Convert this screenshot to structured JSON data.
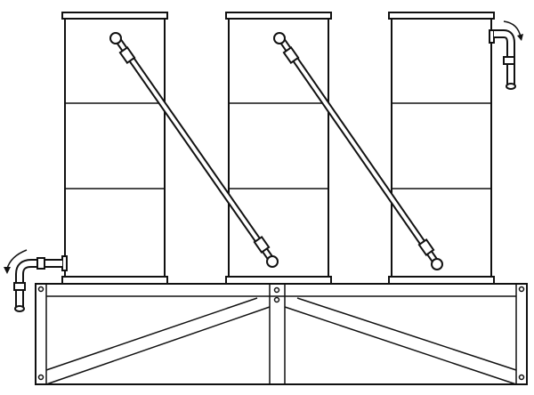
{
  "diagram": {
    "colors": {
      "ink": "#111111",
      "paper": "#ffffff"
    },
    "components": [
      "column-left",
      "column-middle",
      "column-right",
      "connecting-pipe-left",
      "connecting-pipe-right",
      "inlet-pipe",
      "outlet-pipe",
      "base-frame"
    ]
  }
}
